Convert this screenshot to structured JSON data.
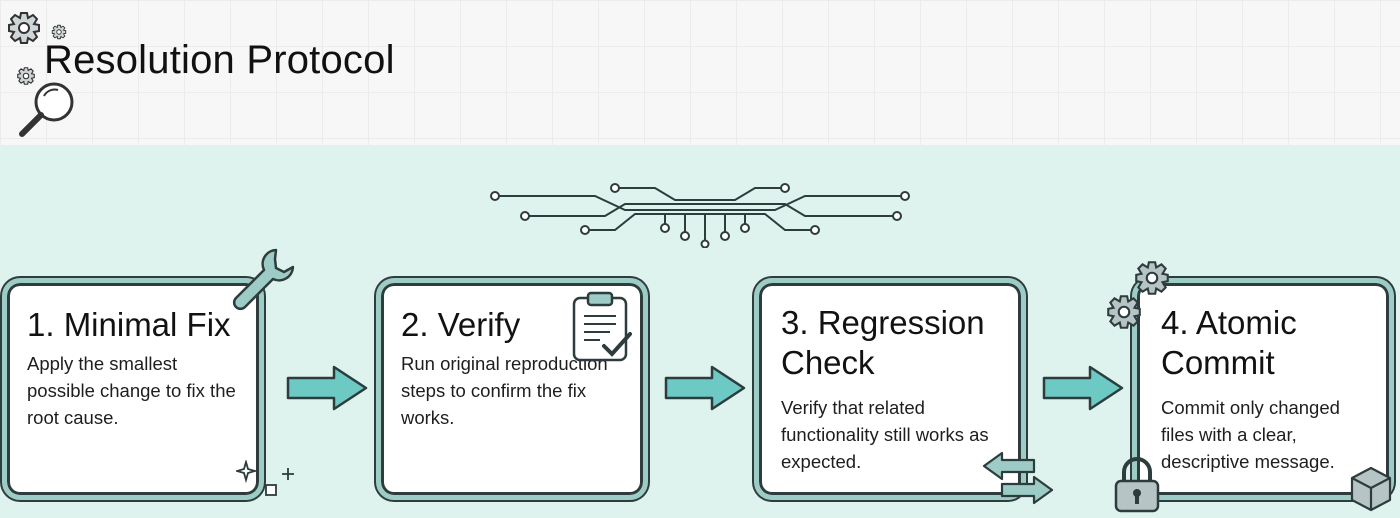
{
  "header": {
    "title": "Resolution Protocol"
  },
  "steps": [
    {
      "title": "1. Minimal Fix",
      "description": "Apply the smallest possible change to fix the root cause.",
      "icon": "wrench-icon"
    },
    {
      "title": "2. Verify",
      "description": "Run original reproduction steps to confirm the fix works.",
      "icon": "clipboard-check-icon"
    },
    {
      "title": "3. Regression Check",
      "description": "Verify that related functionality still works as expected.",
      "icon": "swap-arrows-icon"
    },
    {
      "title": "4. Atomic Commit",
      "description": "Commit only changed files with a clear, descriptive message.",
      "icon": "lock-icon"
    }
  ],
  "colors": {
    "band": "#dff3ee",
    "accent_teal": "#6cc9c4",
    "card_border": "#9dcbc5",
    "outline": "#2d3c3c",
    "header_bg": "#f7f7f7"
  }
}
